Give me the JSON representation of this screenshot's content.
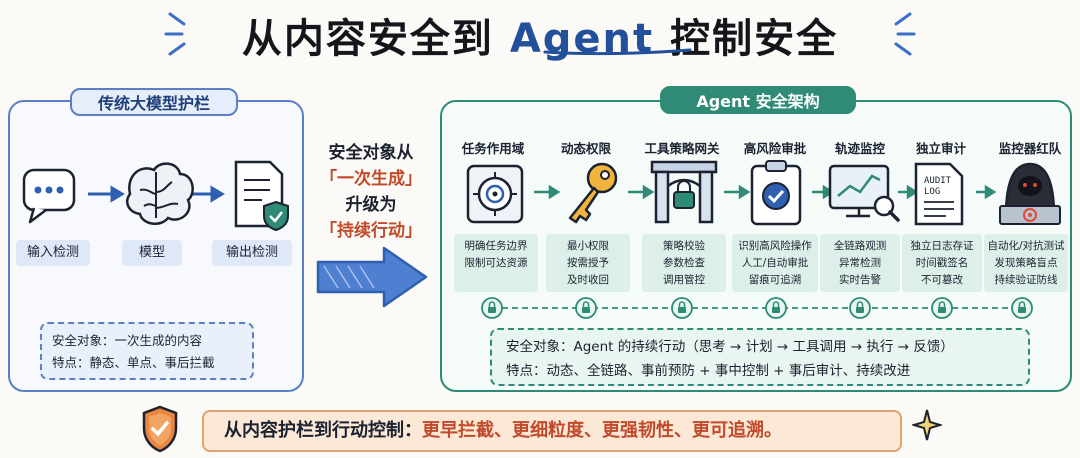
{
  "title": {
    "prefix": "从内容安全到",
    "agent": "Agent",
    "suffix": "控制安全"
  },
  "left": {
    "header": "传统大模型护栏",
    "items": [
      {
        "label": "输入检测",
        "icon": "chat-bubble-icon"
      },
      {
        "label": "模型",
        "icon": "brain-icon"
      },
      {
        "label": "输出检测",
        "icon": "document-shield-icon"
      }
    ],
    "note_line1": "安全对象：一次生成的内容",
    "note_line2": "特点：静态、单点、事后拦截"
  },
  "middle": {
    "line1": "安全对象从",
    "line2": "「一次生成」",
    "line3": "升级为",
    "line4": "「持续行动」"
  },
  "right": {
    "header": "Agent 安全架构",
    "steps": [
      {
        "title": "任务作用域",
        "icon": "target-icon",
        "desc1": "明确任务边界",
        "desc2": "限制可达资源",
        "desc3": ""
      },
      {
        "title": "动态权限",
        "icon": "key-icon",
        "desc1": "最小权限",
        "desc2": "按需授予",
        "desc3": "及时收回"
      },
      {
        "title": "工具策略网关",
        "icon": "gateway-icon",
        "desc1": "策略校验",
        "desc2": "参数检查",
        "desc3": "调用管控"
      },
      {
        "title": "高风险审批",
        "icon": "clipboard-check-icon",
        "desc1": "识别高风险操作",
        "desc2": "人工/自动审批",
        "desc3": "留痕可追溯"
      },
      {
        "title": "轨迹监控",
        "icon": "monitor-chart-icon",
        "desc1": "全链路观测",
        "desc2": "异常检测",
        "desc3": "实时告警"
      },
      {
        "title": "独立审计",
        "icon": "audit-log-icon",
        "desc1": "独立日志存证",
        "desc2": "时间戳签名",
        "desc3": "不可篡改"
      },
      {
        "title": "监控器红队",
        "icon": "hacker-icon",
        "desc1": "自动化/对抗测试",
        "desc2": "发现策略盲点",
        "desc3": "持续验证防线"
      }
    ],
    "audit_icon_text1": "AUDIT",
    "audit_icon_text2": "LOG",
    "note_line1": "安全对象：Agent 的持续行动（思考 → 计划 → 工具调用 → 执行 → 反馈）",
    "note_line2": "特点：动态、全链路、事前预防 + 事中控制 + 事后审计、持续改进"
  },
  "bottom": {
    "lead": "从内容护栏到行动控制：",
    "rest": "更早拦截、更细粒度、更强韧性、更可追溯。"
  },
  "colors": {
    "blue": "#5b7fc4",
    "green": "#2f8b75",
    "orange": "#e2a272",
    "red": "#c24a2a"
  }
}
